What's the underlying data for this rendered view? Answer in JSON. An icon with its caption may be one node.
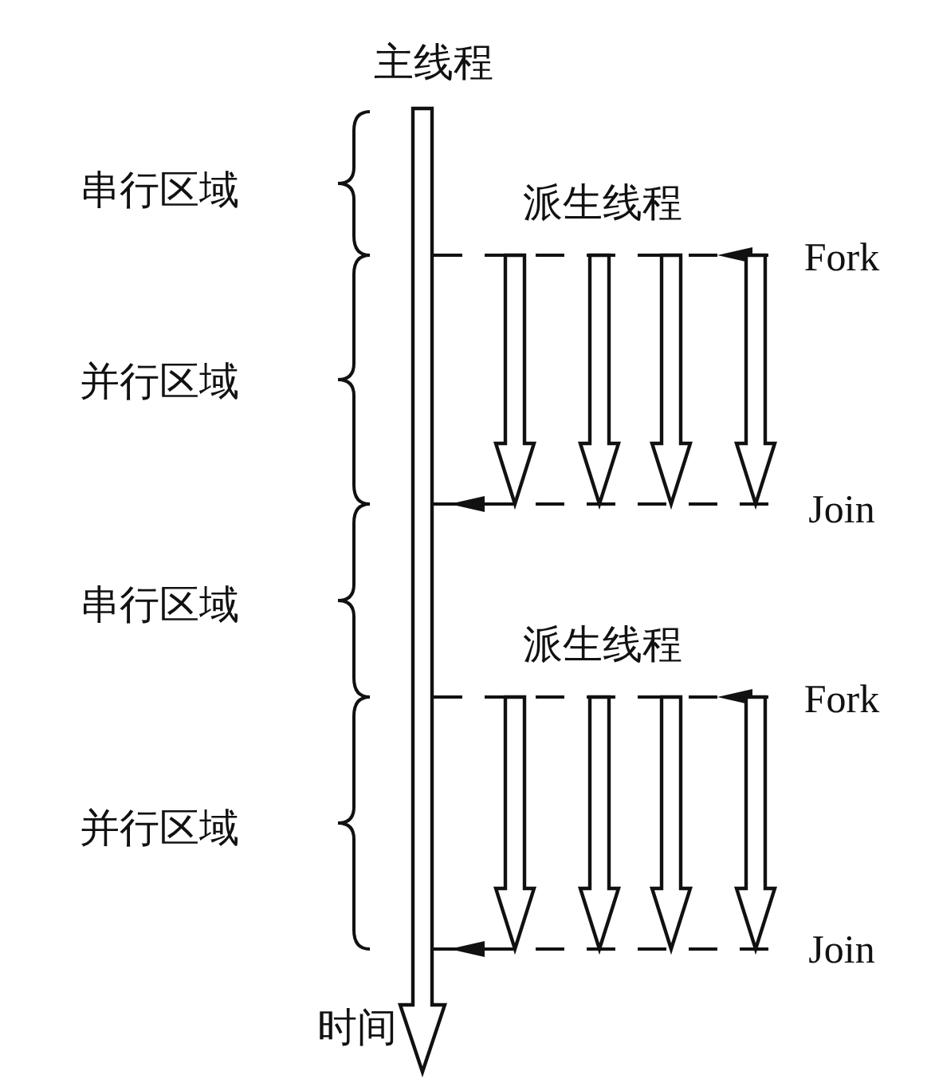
{
  "diagram": {
    "labels": [
      "主线程",
      "串行区域",
      "派生线程",
      "Fork",
      "并行区域",
      "Join",
      "串行区域",
      "派生线程",
      "Fork",
      "并行区域",
      "Join",
      "时间"
    ]
  }
}
